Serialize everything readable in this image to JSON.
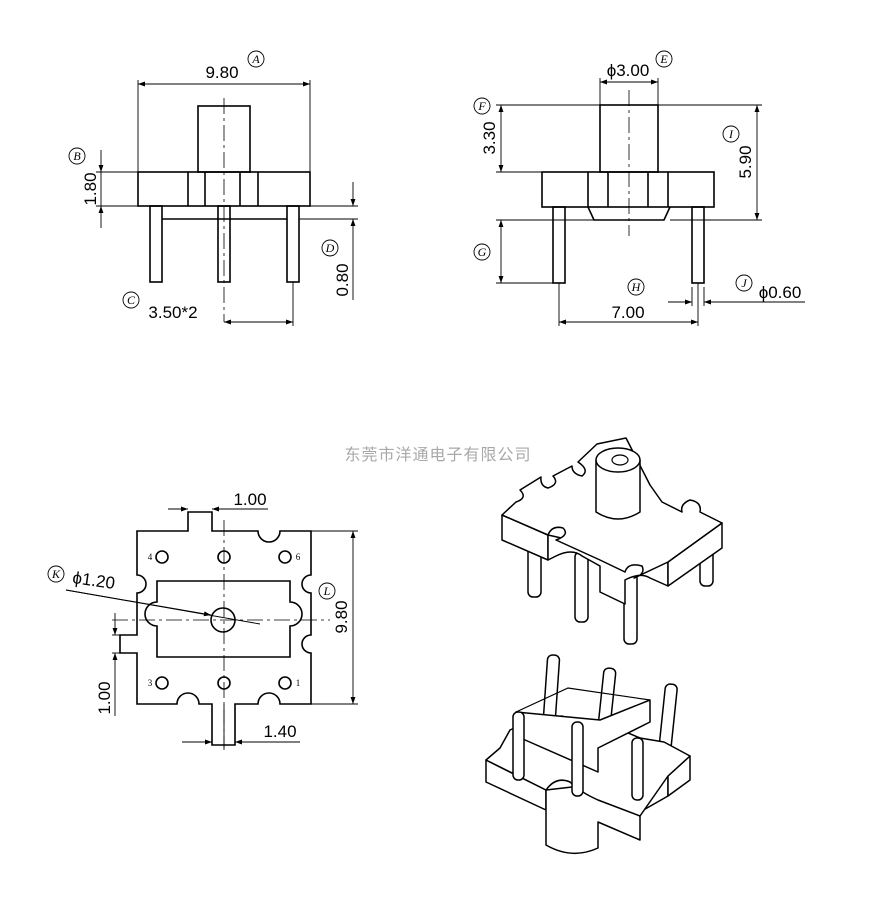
{
  "watermark": "东莞市洋通电子有限公司",
  "front_view": {
    "width_dim": "9.80",
    "width_ref": "A",
    "flange_dim": "1.80",
    "flange_ref": "B",
    "pitch_dim": "3.50*2",
    "pitch_ref": "C",
    "pin_gap_dim": "0.80",
    "pin_gap_ref": "D"
  },
  "side_view": {
    "post_dia": "ϕ3.00",
    "post_dia_ref": "E",
    "post_height_dim": "3.30",
    "post_height_ref": "F",
    "pin_length_ref": "G",
    "pin_span_dim": "7.00",
    "pin_span_ref": "H",
    "total_height_dim": "5.90",
    "total_height_ref": "I",
    "pin_dia_dim": "ϕ0.60",
    "pin_dia_ref": "J"
  },
  "top_view": {
    "slot_width_dim": "1.00",
    "hole_dia_dim": "ϕ1.20",
    "hole_dia_ref": "K",
    "body_dim": "9.80",
    "body_ref": "L",
    "left_slot_dim": "1.00",
    "offset_dim": "1.40",
    "pin_numbers": [
      "4",
      "6",
      "3",
      "1"
    ]
  }
}
